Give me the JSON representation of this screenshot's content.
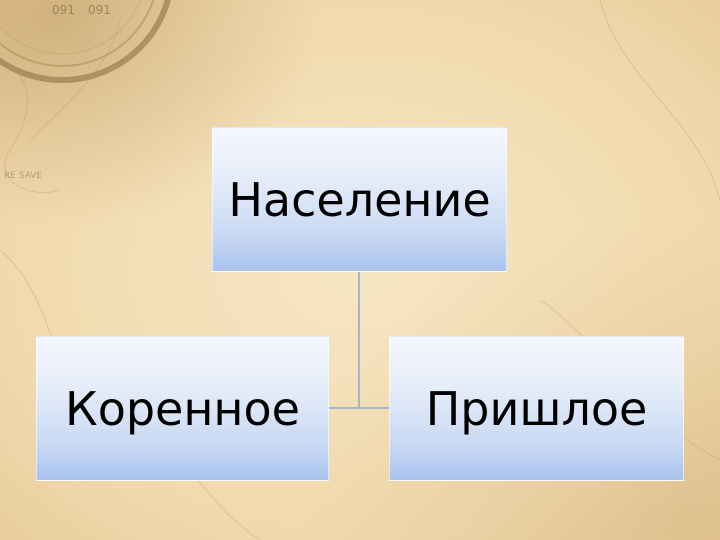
{
  "diagram": {
    "root": {
      "label": "Население"
    },
    "children": [
      {
        "label": "Коренное"
      },
      {
        "label": "Пришлое"
      }
    ]
  },
  "background": {
    "map_text": [
      "091",
      "091",
      "RE SAVE"
    ]
  },
  "colors": {
    "node_top": "#f4f7fd",
    "node_bottom": "#a9c3ee",
    "connector": "#a6b6cc",
    "parchment": "#f1d9ad"
  }
}
